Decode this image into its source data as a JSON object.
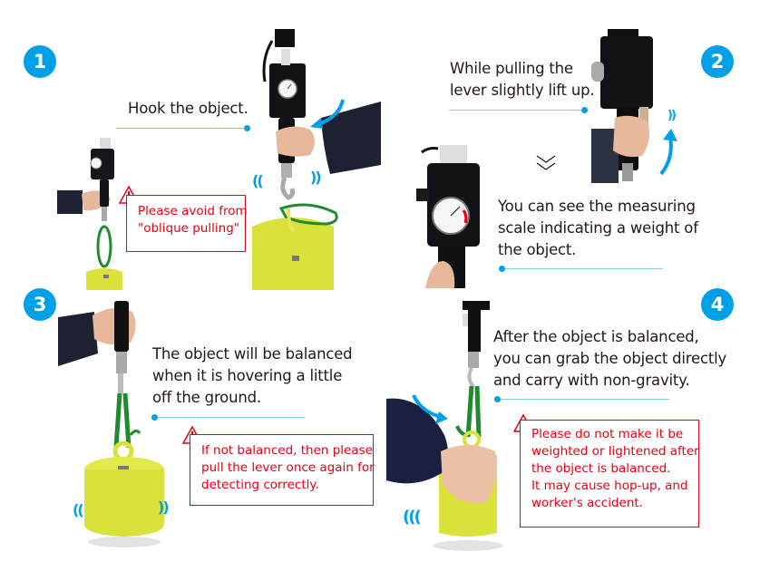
{
  "colors": {
    "accent_blue": "#00a0e9",
    "leader_line": "#7fcdef",
    "warning_red": "#e60012",
    "text": "#231815",
    "weight_yellow": "#d8e23a",
    "sling_green": "#1f8a2e"
  },
  "steps": [
    {
      "number": "1",
      "caption_lines": [
        "Hook the object."
      ],
      "warning": {
        "icon": "warning-triangle-icon",
        "lines": [
          "Please avoid from",
          "\"oblique pulling\""
        ]
      }
    },
    {
      "number": "2",
      "caption_lines": [
        "While pulling the",
        "lever slightly lift up."
      ],
      "sub_caption_lines": [
        "You can see the measuring",
        "scale indicating a weight of",
        "the object."
      ],
      "divider_icon": "double-chevron-down-icon"
    },
    {
      "number": "3",
      "caption_lines": [
        "The object will be balanced",
        "when it is hovering a little",
        "off the ground."
      ],
      "warning": {
        "icon": "warning-triangle-icon",
        "lines": [
          "If not balanced, then please",
          "pull the lever once again for",
          "detecting correctly."
        ]
      }
    },
    {
      "number": "4",
      "caption_lines": [
        "After the object is balanced,",
        "you can grab the object directly",
        "and carry with non-gravity."
      ],
      "warning": {
        "icon": "warning-triangle-icon",
        "lines": [
          "Please do not make it be",
          "weighted or lightened after",
          "the object is balanced.",
          "It may cause hop-up, and",
          "worker's accident."
        ]
      }
    }
  ],
  "motion_marks": {
    "left": "((",
    "right": "))",
    "left_triple": "((("
  }
}
